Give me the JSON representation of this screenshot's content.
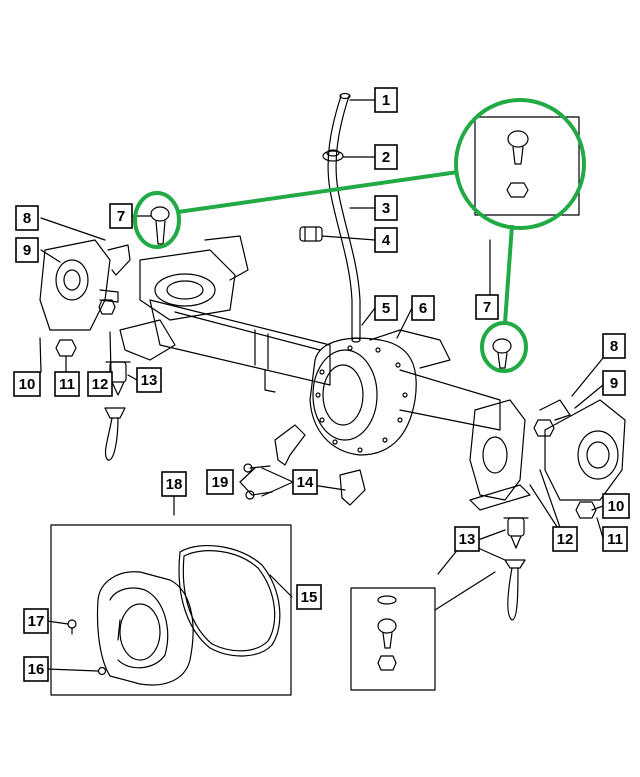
{
  "diagram": {
    "highlight_color": "#22aa44",
    "line_color": "#000000",
    "callouts": [
      {
        "id": "c1",
        "label": "1"
      },
      {
        "id": "c2",
        "label": "2"
      },
      {
        "id": "c3",
        "label": "3"
      },
      {
        "id": "c4",
        "label": "4"
      },
      {
        "id": "c5",
        "label": "5"
      },
      {
        "id": "c6",
        "label": "6"
      },
      {
        "id": "c7a",
        "label": "7"
      },
      {
        "id": "c7b",
        "label": "7"
      },
      {
        "id": "c8a",
        "label": "8"
      },
      {
        "id": "c8b",
        "label": "8"
      },
      {
        "id": "c9a",
        "label": "9"
      },
      {
        "id": "c9b",
        "label": "9"
      },
      {
        "id": "c10a",
        "label": "10"
      },
      {
        "id": "c10b",
        "label": "10"
      },
      {
        "id": "c11a",
        "label": "11"
      },
      {
        "id": "c11b",
        "label": "11"
      },
      {
        "id": "c12a",
        "label": "12"
      },
      {
        "id": "c12b",
        "label": "12"
      },
      {
        "id": "c13a",
        "label": "13"
      },
      {
        "id": "c13b",
        "label": "13"
      },
      {
        "id": "c14",
        "label": "14"
      },
      {
        "id": "c15",
        "label": "15"
      },
      {
        "id": "c16",
        "label": "16"
      },
      {
        "id": "c17",
        "label": "17"
      },
      {
        "id": "c18",
        "label": "18"
      },
      {
        "id": "c19",
        "label": "19"
      }
    ]
  }
}
